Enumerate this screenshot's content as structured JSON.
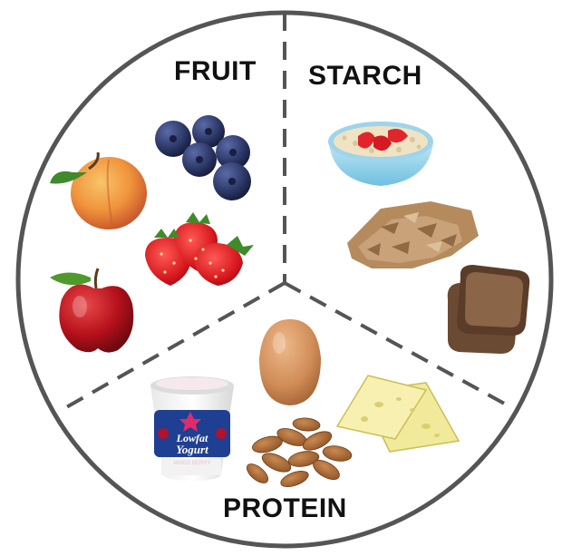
{
  "sections": {
    "fruit": {
      "label": "FRUIT",
      "items": [
        "blueberries-icon",
        "peach-icon",
        "strawberries-icon",
        "apple-icon"
      ]
    },
    "starch": {
      "label": "STARCH",
      "items": [
        "oatmeal-bowl-icon",
        "bran-flakes-icon",
        "toast-icon"
      ]
    },
    "protein": {
      "label": "PROTEIN",
      "items": [
        "egg-icon",
        "yogurt-cup-icon",
        "almonds-icon",
        "cheese-slices-icon"
      ]
    }
  },
  "yogurt": {
    "line1": "Lowfat",
    "line2": "Yogurt",
    "line3": "MIXED BERRY"
  },
  "colors": {
    "plate_outline": "#555555",
    "divider": "#555555"
  }
}
